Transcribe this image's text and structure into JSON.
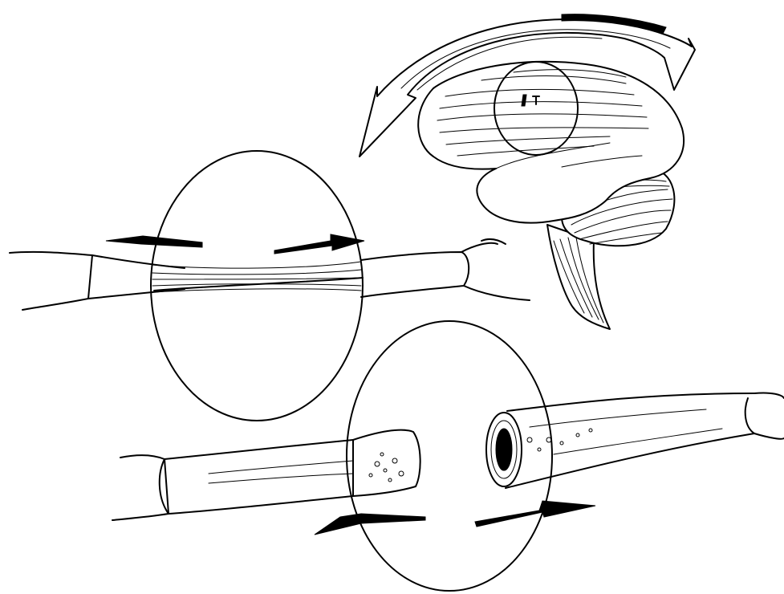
{
  "figure": {
    "panels": [
      {
        "id": "brain",
        "label": "",
        "arrow": "curved-rotation"
      },
      {
        "id": "axon-stretch",
        "label": "",
        "arrow": "opposing-stretch"
      },
      {
        "id": "axon-tear",
        "label": "",
        "arrow": "opposing-shear"
      }
    ],
    "colors": {
      "ink": "#000000",
      "paper": "#ffffff"
    }
  }
}
